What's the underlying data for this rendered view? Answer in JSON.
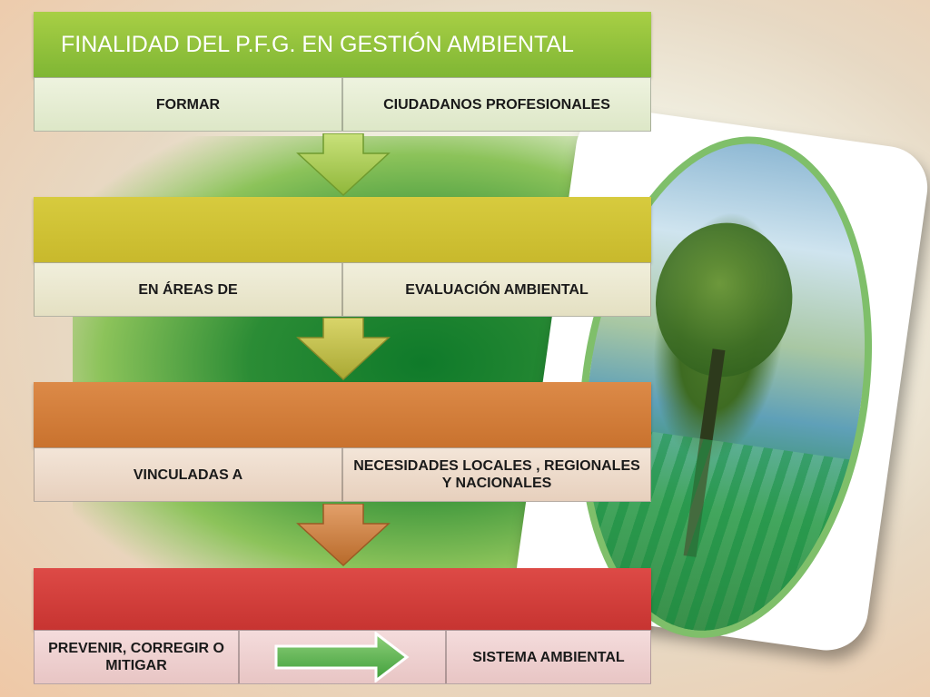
{
  "title": "FINALIDAD DEL P.F.G. EN GESTIÓN AMBIENTAL",
  "steps": [
    {
      "left": "FORMAR",
      "right": "CIUDADANOS   PROFESIONALES"
    },
    {
      "left": "EN ÁREAS DE",
      "right": "EVALUACIÓN AMBIENTAL"
    },
    {
      "left": "VINCULADAS   A",
      "right": "NECESIDADES  LOCALES , REGIONALES Y  NACIONALES"
    },
    {
      "left": "PREVENIR, CORREGIR O MITIGAR",
      "right": "SISTEMA   AMBIENTAL"
    }
  ],
  "colors": {
    "green": "#8ec23c",
    "yellow": "#d2c437",
    "orange": "#d47e3b",
    "red": "#d43f3c",
    "arrow_green": "#a9cf45",
    "arrow_olive": "#b9b83a",
    "arrow_orange": "#c8742e"
  },
  "icons": [
    "down-arrow-icon",
    "right-arrow-icon"
  ]
}
